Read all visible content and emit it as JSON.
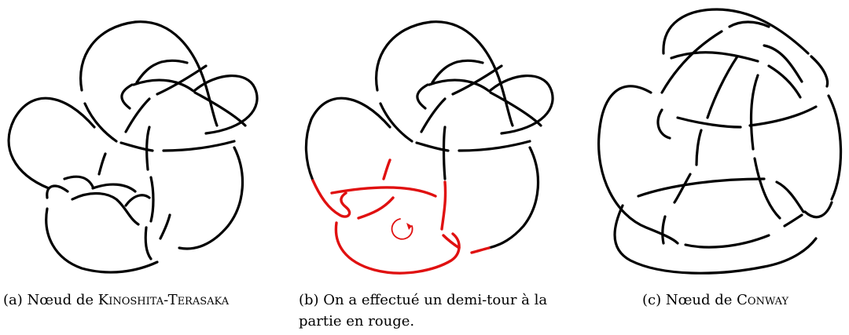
{
  "captions": {
    "a": {
      "prefix": "(a) Nœud de ",
      "name": "Kinoshita-Terasaka",
      "suffix": ""
    },
    "b": {
      "line1": "(b) On a effectué un demi-tour à la",
      "line2": "partie en rouge."
    },
    "c": {
      "prefix": "(c) Nœud de ",
      "name": "Conway",
      "suffix": ""
    }
  },
  "colors": {
    "knot": "#000000",
    "highlight": "#e01010"
  },
  "icons": {
    "rotation": "circular-arrow-icon"
  }
}
